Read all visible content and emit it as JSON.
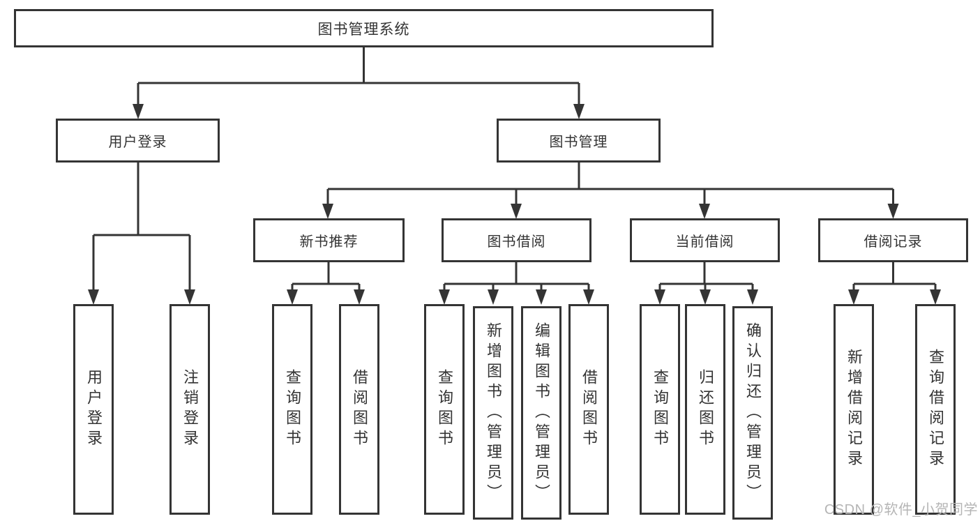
{
  "diagram_type": "tree",
  "tree": {
    "root": "图书管理系统",
    "branches": [
      {
        "label": "用户登录",
        "leaves": [
          "用户登录",
          "注销登录"
        ]
      },
      {
        "label": "图书管理",
        "children": [
          {
            "label": "新书推荐",
            "leaves": [
              "查询图书",
              "借阅图书"
            ]
          },
          {
            "label": "图书借阅",
            "leaves": [
              "查询图书",
              "新增图书（管理员）",
              "编辑图书（管理员）",
              "借阅图书"
            ]
          },
          {
            "label": "当前借阅",
            "leaves": [
              "查询图书",
              "归还图书",
              "确认归还（管理员）"
            ]
          },
          {
            "label": "借阅记录",
            "leaves": [
              "新增借阅记录",
              "查询借阅记录"
            ]
          }
        ]
      }
    ]
  },
  "watermark": {
    "text": "CSDN @软件_小贺同学"
  },
  "colors": {
    "line": "#343434",
    "box_border": "#343434",
    "box_background": "#ffffff",
    "text": "#333333",
    "watermark": "#b5b5b5",
    "page_background": "#ffffff"
  }
}
